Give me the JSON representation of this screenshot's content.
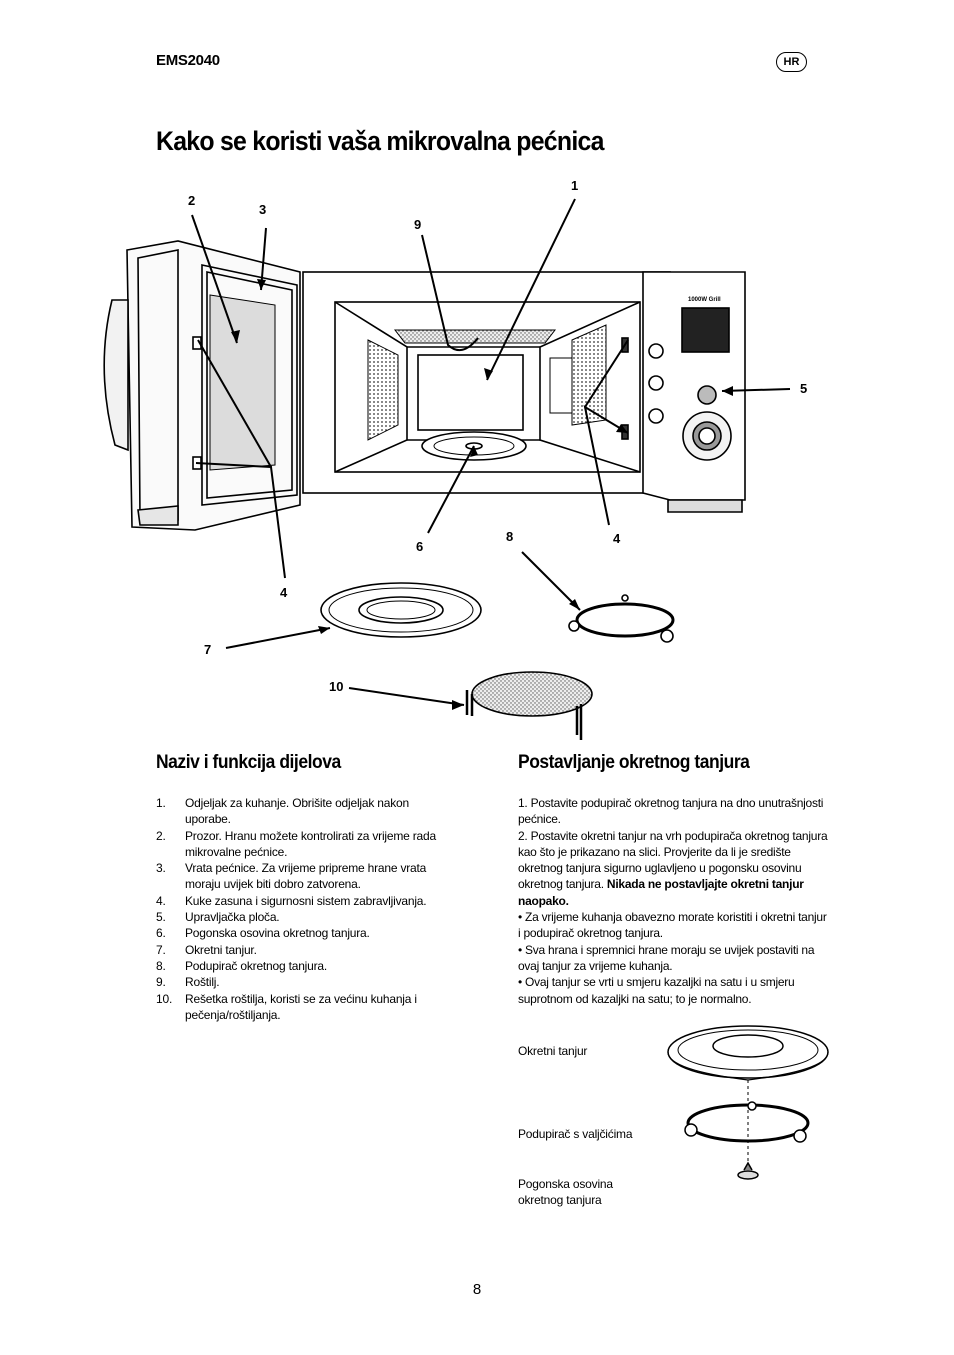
{
  "header": {
    "model": "EMS2040",
    "lang_badge": "HR"
  },
  "title": "Kako se koristi vaša mikrovalna pećnica",
  "diagram": {
    "callouts": [
      "1",
      "2",
      "3",
      "4",
      "4",
      "5",
      "6",
      "7",
      "8",
      "9",
      "10"
    ],
    "panel_label": "1000W Grill"
  },
  "parts": {
    "heading": "Naziv i funkcija dijelova",
    "items": [
      {
        "num": "1.",
        "text": "Odjeljak za kuhanje. Obrišite odjeljak nakon uporabe."
      },
      {
        "num": "2.",
        "text": "Prozor. Hranu možete kontrolirati za vrijeme rada mikrovalne pećnice."
      },
      {
        "num": "3.",
        "text": "Vrata pećnice. Za vrijeme pripreme hrane vrata moraju uvijek biti dobro zatvorena."
      },
      {
        "num": "4.",
        "text": "Kuke zasuna i sigurnosni sistem zabravljivanja."
      },
      {
        "num": "5.",
        "text": "Upravljačka ploča."
      },
      {
        "num": "6.",
        "text": "Pogonska osovina okretnog tanjura."
      },
      {
        "num": "7.",
        "text": "Okretni tanjur."
      },
      {
        "num": "8.",
        "text": "Podupirač okretnog tanjura."
      },
      {
        "num": "9.",
        "text": "Roštilj."
      },
      {
        "num": "10.",
        "text": "Rešetka roštilja, koristi se za većinu kuhanja i pečenja/roštiljanja."
      }
    ]
  },
  "install": {
    "heading": "Postavljanje okretnog tanjura",
    "step1": "1. Postavite podupirač okretnog tanjura na dno unutrašnjosti pećnice.",
    "step2": "2. Postavite okretni tanjur na vrh podupirača okretnog tanjura kao što je prikazano na slici. Provjerite da li je središte okretnog tanjura sigurno uglavljeno u pogonsku osovinu okretnog tanjura.",
    "step2_bold": "Nikada ne postavljajte okretni tanjur naopako.",
    "bullet1": "• Za vrijeme kuhanja obavezno morate koristiti i okretni tanjur i podupirač okretnog tanjura.",
    "bullet2": "• Sva hrana i spremnici hrane moraju se uvijek postaviti na ovaj tanjur za vrijeme kuhanja.",
    "bullet3": "• Ovaj tanjur se vrti u smjeru kazaljki na satu i u smjeru suprotnom od kazaljki na satu; to je normalno.",
    "captions": {
      "plate": "Okretni tanjur",
      "roller": "Podupirač s valjčićima",
      "shaft": "Pogonska osovina okretnog tanjura"
    }
  },
  "page_number": "8"
}
